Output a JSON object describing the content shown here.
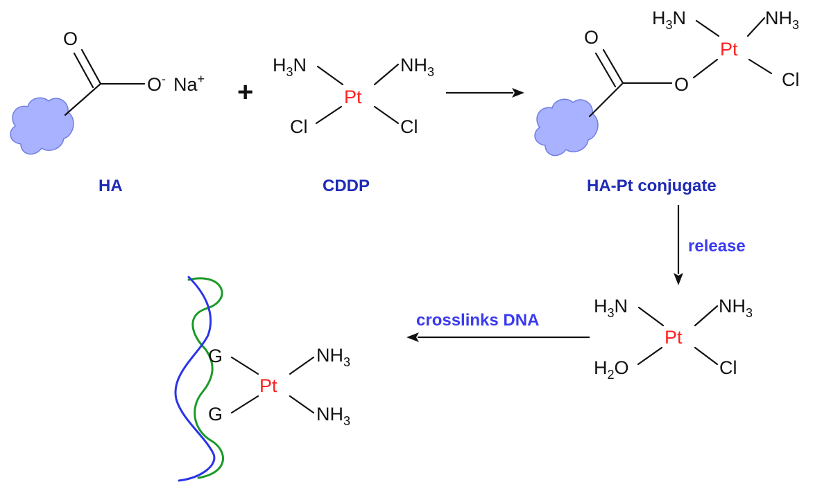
{
  "labels": {
    "ha": "HA",
    "cddp": "CDDP",
    "conjugate": "HA-Pt conjugate",
    "release": "release",
    "crosslinks": "crosslinks DNA"
  },
  "symbols": {
    "plus": "+",
    "O": "O",
    "o_minus_sign": "-",
    "Na": "Na",
    "na_plus_sign": "+",
    "H": "H",
    "N": "N",
    "sub3": "3",
    "sub2": "2",
    "Pt": "Pt",
    "Cl": "Cl",
    "G": "G"
  },
  "colors": {
    "caption": "#1f2bb4",
    "reaction_label": "#3a3af0",
    "platinum": "#ff2020",
    "polymer_fill": "#a9b2ff",
    "polymer_stroke": "#6f7de0",
    "dna_strand_1": "#2a35e8",
    "dna_strand_2": "#1b9a2a"
  }
}
